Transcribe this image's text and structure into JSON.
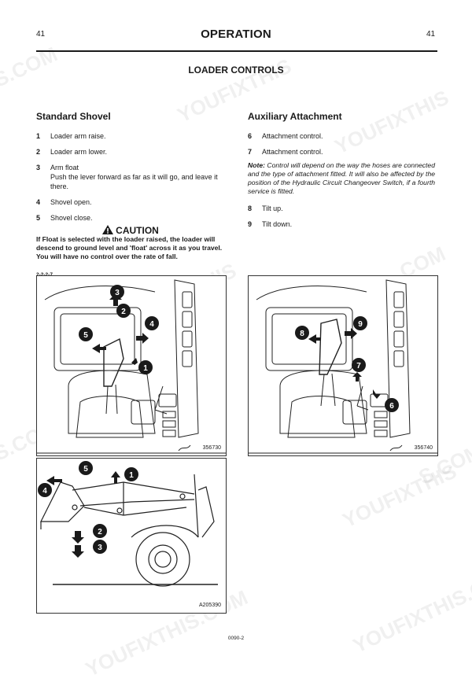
{
  "header": {
    "page_left": "41",
    "title": "OPERATION",
    "page_right": "41"
  },
  "section_title": "LOADER CONTROLS",
  "left": {
    "title": "Standard Shovel",
    "items": [
      {
        "num": "1",
        "text": "Loader arm raise."
      },
      {
        "num": "2",
        "text": "Loader arm lower."
      },
      {
        "num": "3",
        "text": "Arm float",
        "sub": "Push the lever forward as far as it will go, and leave it there."
      },
      {
        "num": "4",
        "text": "Shovel open."
      },
      {
        "num": "5",
        "text": "Shovel close."
      }
    ],
    "caution_title": "CAUTION",
    "caution_text": "If Float is selected with the loader raised, the loader will descend to ground level and 'float' across it as you travel. You will have no control over the rate of fall.",
    "caution_code": "2-2-2-7"
  },
  "right": {
    "title": "Auxiliary Attachment",
    "items_a": [
      {
        "num": "6",
        "text": "Attachment control."
      },
      {
        "num": "7",
        "text": "Attachment control."
      }
    ],
    "note_label": "Note:",
    "note_text": "Control will depend on the way the hoses are connected and the type of attachment fitted. It will also be affected by the position of the Hydraulic Circuit Changeover Switch, if a fourth service is fitted.",
    "items_b": [
      {
        "num": "8",
        "text": "Tilt up."
      },
      {
        "num": "9",
        "text": "Tilt down."
      }
    ]
  },
  "figures": {
    "fig1": {
      "id": "356730",
      "callouts": [
        "3",
        "2",
        "4",
        "5",
        "1"
      ]
    },
    "fig2": {
      "id": "356740",
      "callouts": [
        "8",
        "9",
        "7",
        "6"
      ]
    },
    "fig3": {
      "id": "A205390",
      "callouts": [
        "5",
        "1",
        "4",
        "2",
        "3"
      ]
    }
  },
  "watermarks": [
    "S.COM",
    "YOUFIXTHIS",
    "YOUFIXTHIS",
    ".COM",
    "YOUFIXTHIS",
    "S.COM",
    "YOUFIXTHIS",
    "S.COM",
    "YOUFIXTHIS.COM",
    "YOUFIXTHIS.COM"
  ],
  "footer_code": "0090-2"
}
